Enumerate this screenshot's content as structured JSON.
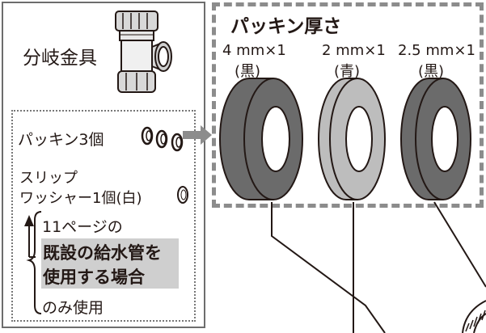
{
  "fitting": {
    "label": "分岐金具"
  },
  "parts": {
    "packing_label": "パッキン3個",
    "washer_line1": "スリップ",
    "washer_line2": "ワッシャー1個(白)",
    "note_line1": "11ページの",
    "note_highlight1": "既設の給水管を",
    "note_highlight2": "使用する場合",
    "note_line4": "のみ使用"
  },
  "thickness": {
    "title": "パッキン厚さ",
    "items": [
      {
        "size": "4 mm×1",
        "color": "(黒)"
      },
      {
        "size": "2 mm×1",
        "color": "(青)"
      },
      {
        "size": "2.5 mm×1",
        "color": "(黒)"
      }
    ]
  },
  "colors": {
    "dark_ring": "#6b6b6b",
    "light_ring": "#bdbdbd",
    "highlight_bg": "#cfcfcf",
    "frame": "#8c8c8c"
  }
}
